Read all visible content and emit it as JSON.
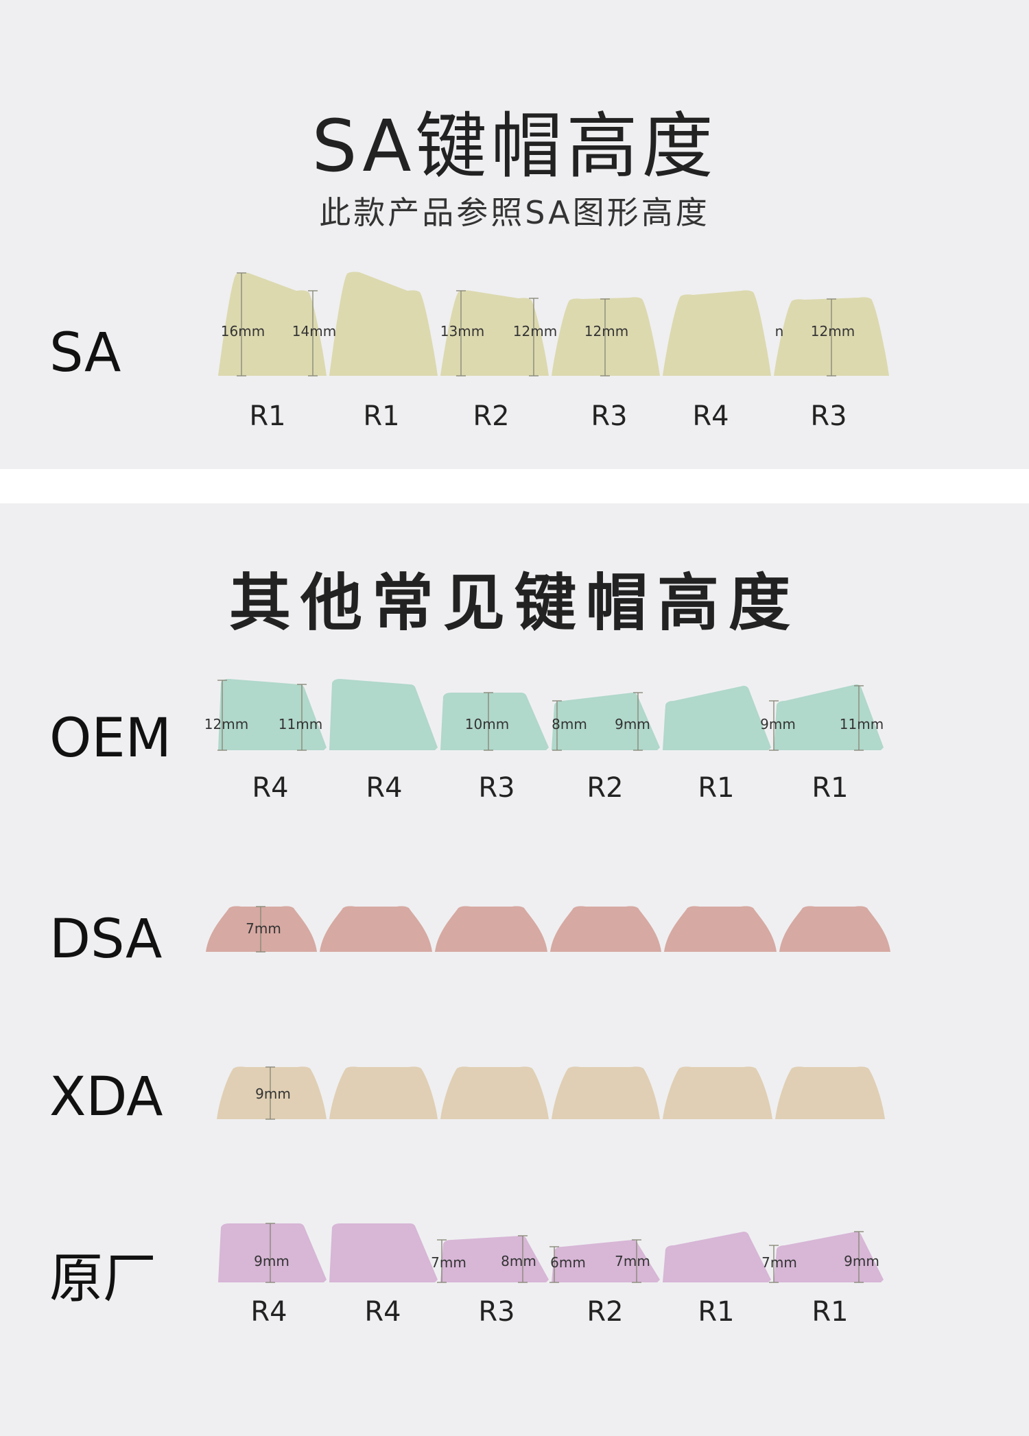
{
  "top_section": {
    "title": "SA键帽高度",
    "subtitle": "此款产品参照SA图形高度"
  },
  "bottom_section": {
    "title": "其他常见键帽高度"
  },
  "colors": {
    "panel": "#efeff1",
    "sa": "#dcd9af",
    "oem": "#b0d8cb",
    "dsa": "#d6a9a2",
    "xda": "#e0cfb4",
    "factory": "#d7b6d6"
  },
  "profiles": [
    {
      "id": "sa",
      "name": "SA",
      "color": "#dcd9af",
      "rows": [
        "R1",
        "R1",
        "R2",
        "R3",
        "R4",
        "R3"
      ],
      "measurements": [
        "16mm",
        "14mm",
        "13mm",
        "12mm",
        "12mm",
        "n",
        "12mm"
      ]
    },
    {
      "id": "oem",
      "name": "OEM",
      "color": "#b0d8cb",
      "rows": [
        "R4",
        "R4",
        "R3",
        "R2",
        "R1",
        "R1"
      ],
      "measurements": [
        "12mm",
        "11mm",
        "10mm",
        "8mm",
        "9mm",
        "9mm",
        "11mm"
      ]
    },
    {
      "id": "dsa",
      "name": "DSA",
      "color": "#d6a9a2",
      "rows": [],
      "measurements": [
        "7mm"
      ]
    },
    {
      "id": "xda",
      "name": "XDA",
      "color": "#e0cfb4",
      "rows": [],
      "measurements": [
        "9mm"
      ]
    },
    {
      "id": "factory",
      "name": "原厂",
      "color": "#d7b6d6",
      "rows": [
        "R4",
        "R4",
        "R3",
        "R2",
        "R1",
        "R1"
      ],
      "measurements": [
        "9mm",
        "7mm",
        "8mm",
        "6mm",
        "7mm",
        "7mm",
        "9mm"
      ]
    }
  ]
}
